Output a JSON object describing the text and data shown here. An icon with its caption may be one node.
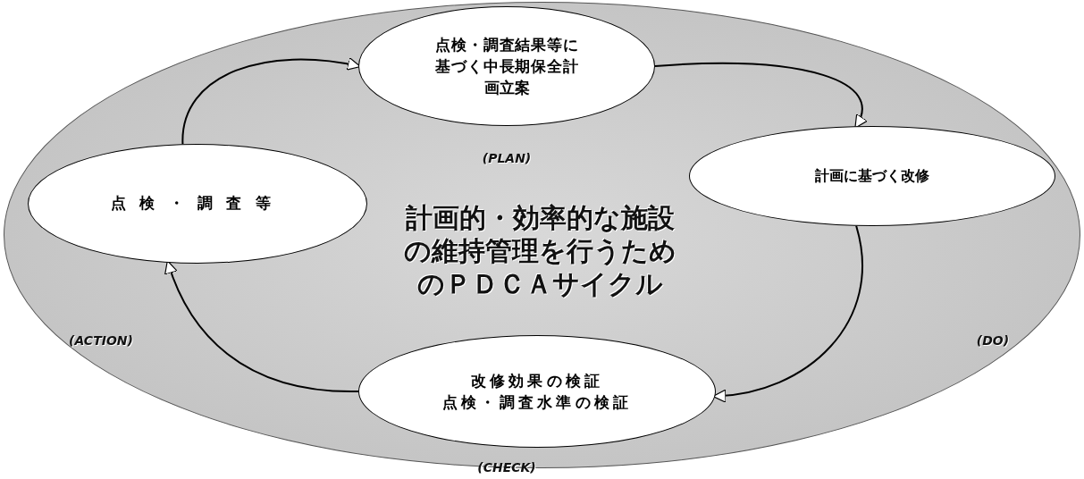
{
  "diagram": {
    "nodes": [
      {
        "text": [
          "計画的・効率的な施設の維持管理を行うためのＰＤＣＡサイクル"
        ]
      },
      {
        "text": [
          "点検・調査結果等に基づく中長期保全計画立案"
        ],
        "in": 0
      },
      {
        "text": [
          "点検・調査等"
        ],
        "in": 0
      },
      {
        "text": [
          "計画に基づく改修"
        ],
        "in": 0
      },
      {
        "text": [
          "改修効果の検証",
          "点検・調査水準の検証"
        ],
        "in": 0
      }
    ],
    "edges": [
      {
        "from": 1,
        "to": 3,
        "arrow": "to"
      },
      {
        "from": 3,
        "to": 4,
        "arrow": "to"
      },
      {
        "from": 4,
        "to": 2,
        "arrow": "to"
      },
      {
        "from": 2,
        "to": 1,
        "arrow": "to"
      }
    ],
    "labels": [
      "(PLAN)",
      "(ACTION)",
      "(DO)",
      "(CHECK)"
    ]
  }
}
